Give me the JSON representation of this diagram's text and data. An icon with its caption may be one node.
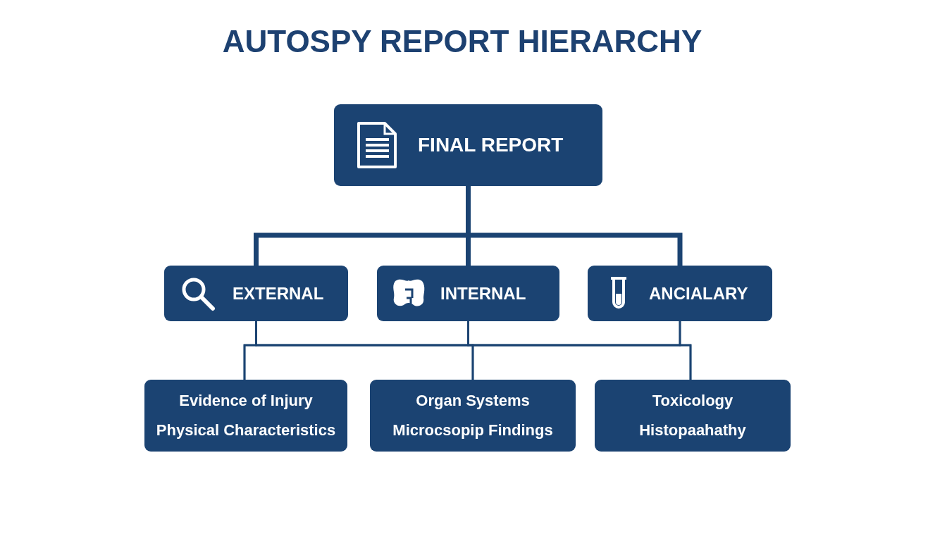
{
  "diagram": {
    "title": "AUTOSPY REPORT HIERARCHY",
    "nodes": [
      {
        "text": [
          "FINAL REPORT"
        ]
      },
      {
        "text": [
          "EXTERNAL"
        ]
      },
      {
        "text": [
          "INTERNAL"
        ]
      },
      {
        "text": [
          "ANCIALARY"
        ]
      },
      {
        "text": [
          "Evidence of Injury",
          "Physical Characteristics"
        ]
      },
      {
        "text": [
          "Organ Systems",
          "Microcsopip Findings"
        ]
      },
      {
        "text": [
          "Toxicology",
          "Histopaahathy"
        ]
      }
    ],
    "edges": [
      {
        "from": 0,
        "to": 1,
        "arrow": "none",
        "style": "thick"
      },
      {
        "from": 0,
        "to": 2,
        "arrow": "none",
        "style": "thick"
      },
      {
        "from": 0,
        "to": 3,
        "arrow": "none",
        "style": "thick"
      },
      {
        "from": 1,
        "to": 4,
        "arrow": "none"
      },
      {
        "from": 1,
        "to": 5,
        "arrow": "none"
      },
      {
        "from": 1,
        "to": 6,
        "arrow": "none"
      },
      {
        "from": 2,
        "to": 4,
        "arrow": "none"
      },
      {
        "from": 2,
        "to": 5,
        "arrow": "none"
      },
      {
        "from": 2,
        "to": 6,
        "arrow": "none"
      },
      {
        "from": 3,
        "to": 4,
        "arrow": "none"
      },
      {
        "from": 3,
        "to": 5,
        "arrow": "none"
      },
      {
        "from": 3,
        "to": 6,
        "arrow": "none"
      }
    ]
  }
}
